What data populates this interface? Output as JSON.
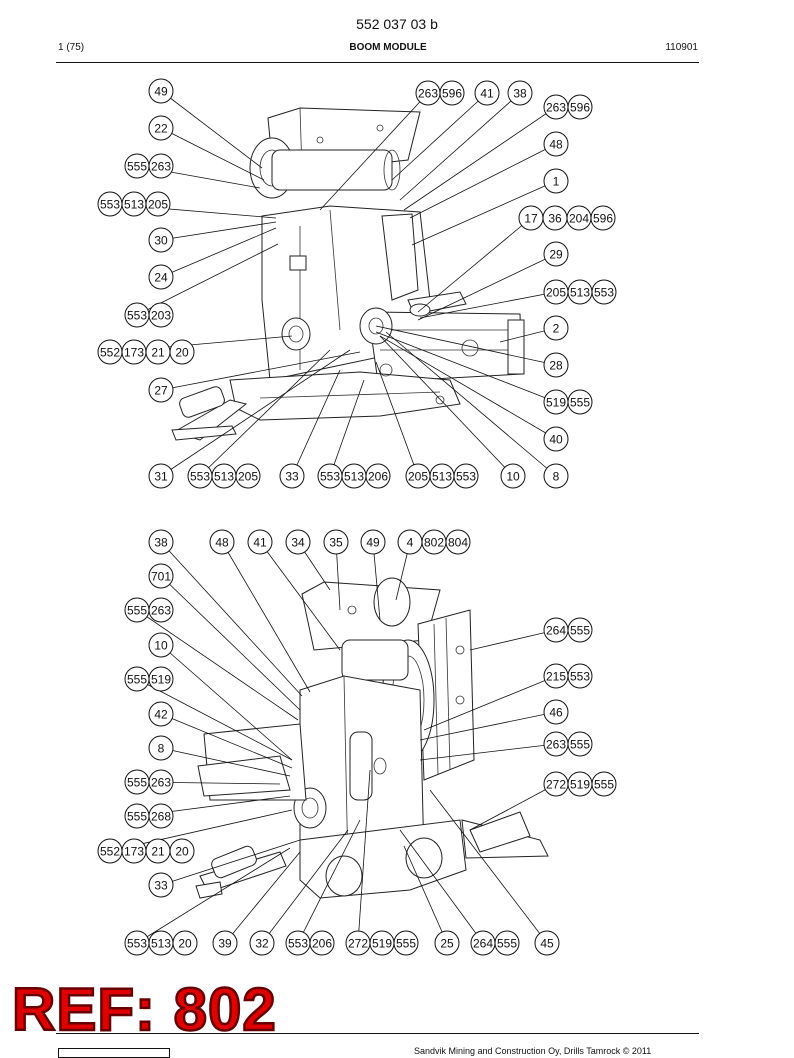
{
  "header": {
    "doc_number": "552 037 03 b",
    "page": "1 (75)",
    "title": "BOOM MODULE",
    "code": "110901"
  },
  "stamp": "REF: 802",
  "footer_text": "Sandvik Mining and Construction Oy, Drills Tamrock © 2011",
  "figure1_callouts": [
    [
      "49"
    ],
    [
      "263",
      "596"
    ],
    [
      "41"
    ],
    [
      "38"
    ],
    [
      "263",
      "596"
    ],
    [
      "22"
    ],
    [
      "48"
    ],
    [
      "555",
      "263"
    ],
    [
      "1"
    ],
    [
      "553",
      "513",
      "205"
    ],
    [
      "17",
      "36",
      "204",
      "596"
    ],
    [
      "30"
    ],
    [
      "29"
    ],
    [
      "24"
    ],
    [
      "205",
      "513",
      "553"
    ],
    [
      "553",
      "203"
    ],
    [
      "2"
    ],
    [
      "552",
      "173",
      "21",
      "20"
    ],
    [
      "28"
    ],
    [
      "27"
    ],
    [
      "519",
      "555"
    ],
    [
      "40"
    ],
    [
      "31"
    ],
    [
      "553",
      "513",
      "205"
    ],
    [
      "33"
    ],
    [
      "553",
      "513",
      "206"
    ],
    [
      "205",
      "513",
      "553"
    ],
    [
      "10"
    ],
    [
      "8"
    ]
  ],
  "figure2_callouts": [
    [
      "38"
    ],
    [
      "48"
    ],
    [
      "41"
    ],
    [
      "34"
    ],
    [
      "35"
    ],
    [
      "49"
    ],
    [
      "4",
      "802",
      "804"
    ],
    [
      "701"
    ],
    [
      "555",
      "263"
    ],
    [
      "264",
      "555"
    ],
    [
      "10"
    ],
    [
      "215",
      "553"
    ],
    [
      "555",
      "519"
    ],
    [
      "42"
    ],
    [
      "46"
    ],
    [
      "8"
    ],
    [
      "263",
      "555"
    ],
    [
      "555",
      "263"
    ],
    [
      "272",
      "519",
      "555"
    ],
    [
      "555",
      "268"
    ],
    [
      "552",
      "173",
      "21",
      "20"
    ],
    [
      "33"
    ],
    [
      "553",
      "513",
      "20"
    ],
    [
      "39"
    ],
    [
      "32"
    ],
    [
      "553",
      "206"
    ],
    [
      "272",
      "519",
      "555"
    ],
    [
      "25"
    ],
    [
      "264",
      "555"
    ],
    [
      "45"
    ]
  ]
}
